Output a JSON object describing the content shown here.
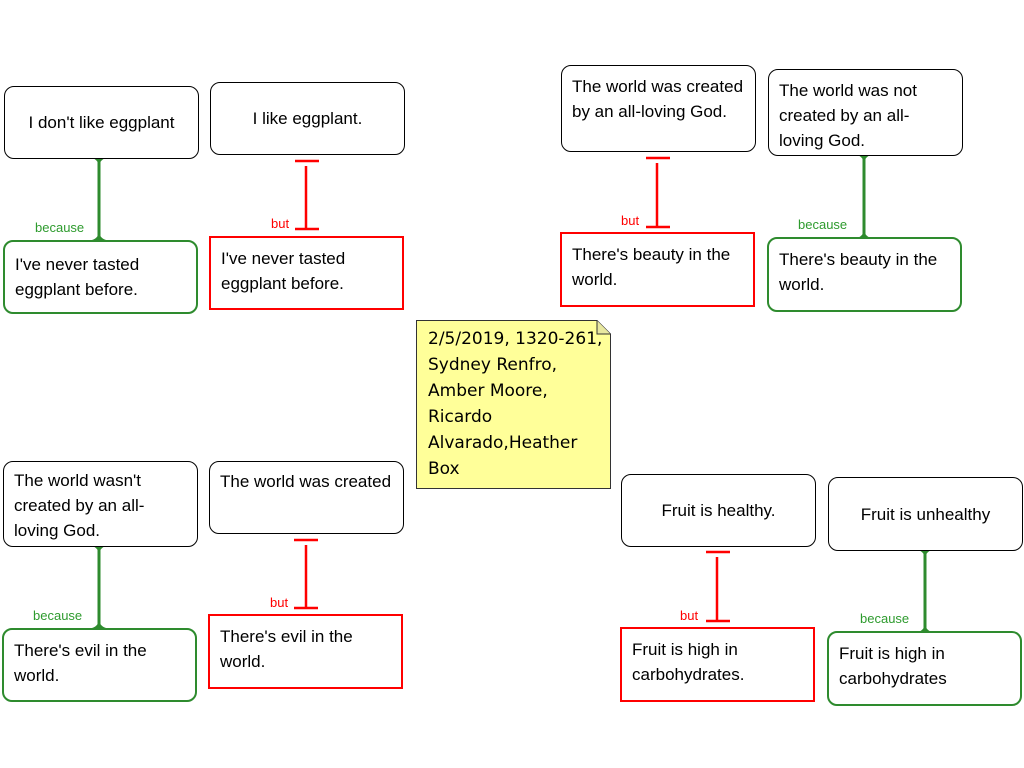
{
  "diagram": {
    "group_eggplant": {
      "claim_a": "I don't like eggplant",
      "claim_b": "I like eggplant.",
      "reason": "I've never tasted eggplant before.",
      "objection": "I've never tasted eggplant before.",
      "because": "because",
      "but": "but"
    },
    "group_god_beauty": {
      "claim_a": "The world was created by an all-loving God.",
      "claim_b": "The world was not created by an all-loving God.",
      "objection": "There's beauty in the world.",
      "reason": "There's beauty in the world.",
      "because": "because",
      "but": "but"
    },
    "group_god_evil": {
      "claim_a": "The world wasn't created by an all-loving God.",
      "claim_b": "The world was created",
      "reason": "There's evil in the world.",
      "objection": "There's evil in the world.",
      "because": "because",
      "but": "but"
    },
    "group_fruit": {
      "claim_a": "Fruit is healthy.",
      "claim_b": "Fruit is unhealthy",
      "objection": "Fruit is high in carbohydrates.",
      "reason": "Fruit is high in carbohydrates",
      "because": "because",
      "but": "but"
    },
    "note": "2/5/2019, 1320-261, Sydney Renfro, Amber Moore, Ricardo Alvarado,Heather Box",
    "colors": {
      "reason": "#2e8b2e",
      "objection": "#ff0000",
      "note": "#ffff99"
    }
  }
}
